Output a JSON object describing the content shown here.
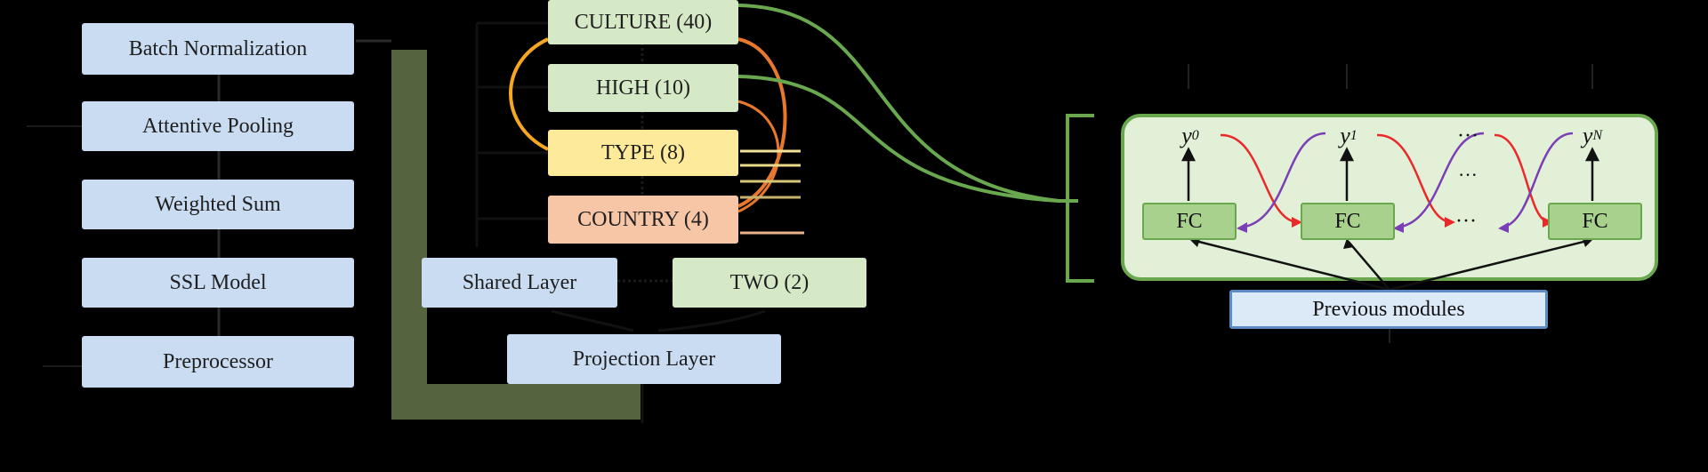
{
  "backbone": {
    "batch_norm": "Batch Normalization",
    "attentive_pooling": "Attentive Pooling",
    "weighted_sum": "Weighted Sum",
    "ssl_model": "SSL Model",
    "preprocessor": "Preprocessor"
  },
  "heads": {
    "culture": "CULTURE (40)",
    "high": "HIGH (10)",
    "type": "TYPE (8)",
    "country": "COUNTRY (4)",
    "two": "TWO (2)",
    "shared_layer": "Shared Layer",
    "projection_layer": "Projection Layer"
  },
  "chain": {
    "y0_sym": "y",
    "y0_sub": "0",
    "y1_sym": "y",
    "y1_sub": "1",
    "yN_sym": "y",
    "yN_sub": "N",
    "dots_top": "···",
    "dots_mid": "···",
    "dots_fc": "···",
    "fc1": "FC",
    "fc2": "FC",
    "fc3": "FC",
    "previous_modules": "Previous modules"
  },
  "colors": {
    "green_connector": "#6aa84f",
    "orange_arrow": "#e8782c",
    "yellow_arrow": "#f5a623",
    "red_arrow": "#e82a2a",
    "purple_arrow": "#7b3fb5",
    "panel_green": "#e3f0d8",
    "panel_border": "#6aa84f",
    "prev_border": "#5b8bc4"
  }
}
